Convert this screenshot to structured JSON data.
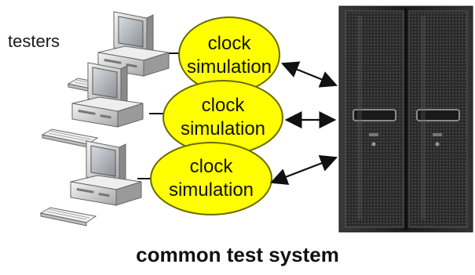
{
  "labels": {
    "testers": "testers",
    "system": "common test system"
  },
  "simulations": [
    {
      "line1": "clock",
      "line2": "simulation"
    },
    {
      "line1": "clock",
      "line2": "simulation"
    },
    {
      "line1": "clock",
      "line2": "simulation"
    }
  ],
  "icons": {
    "tester": "desktop-computer-icon",
    "server": "server-rack-icon"
  },
  "colors": {
    "ellipse_fill": "#ffff00",
    "ellipse_stroke": "#6b6b00",
    "server": "#2b2b2b"
  }
}
